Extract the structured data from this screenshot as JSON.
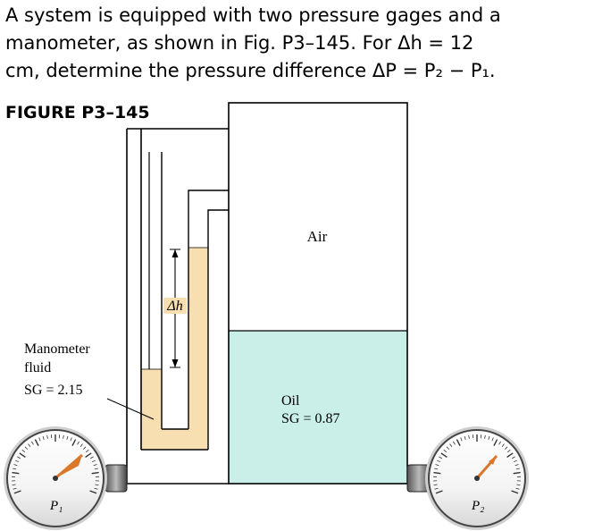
{
  "problem": {
    "line1": "A system is equipped with two pressure gages and a",
    "line2": "manometer, as shown in Fig. P3–145. For Δh = 12",
    "line3": "cm, determine the pressure difference ΔP = P₂ − P₁."
  },
  "figure_caption": "FIGURE P3–145",
  "diagram": {
    "air_label": "Air",
    "oil_label": "Oil",
    "oil_sg": "SG = 0.87",
    "manometer_label_1": "Manometer",
    "manometer_label_2": "fluid",
    "manometer_sg": "SG = 2.15",
    "delta_h_label": "Δh",
    "gage_left_label": "P₁",
    "gage_right_label": "P₂"
  },
  "colors": {
    "oil": "#c9efe8",
    "manometer_fluid": "#f7dfb2",
    "gage_needle": "#d9772b"
  }
}
